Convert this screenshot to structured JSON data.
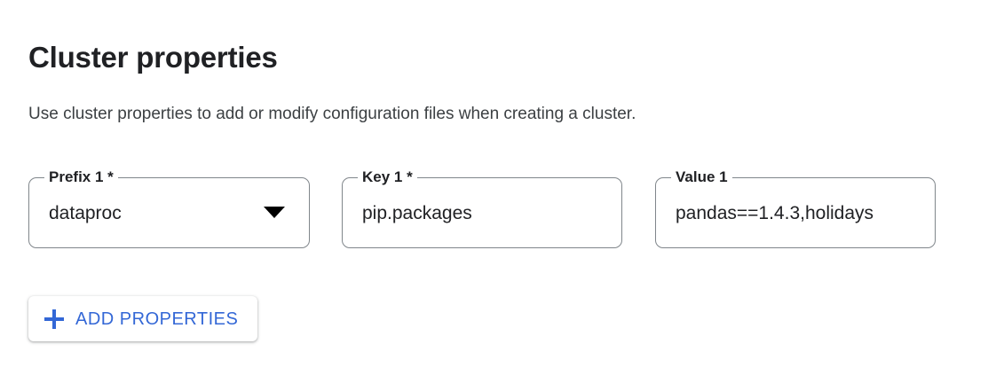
{
  "section": {
    "title": "Cluster properties",
    "description": "Use cluster properties to add or modify configuration files when creating a cluster."
  },
  "fields": [
    {
      "name": "prefix",
      "label": "Prefix 1 *",
      "value": "dataproc",
      "type": "select",
      "required": true,
      "icon": "dropdown-arrow-icon"
    },
    {
      "name": "key",
      "label": "Key 1 *",
      "value": "pip.packages",
      "type": "text",
      "required": true
    },
    {
      "name": "value",
      "label": "Value 1",
      "value": "pandas==1.4.3,holidays",
      "type": "text",
      "required": false
    }
  ],
  "actions": {
    "add_properties_label": "ADD PROPERTIES",
    "add_properties_icon": "plus-icon"
  },
  "colors": {
    "accent": "#3367d6",
    "text_primary": "#202124",
    "text_secondary": "#3c4043",
    "field_border": "#80868b",
    "background": "#ffffff"
  }
}
